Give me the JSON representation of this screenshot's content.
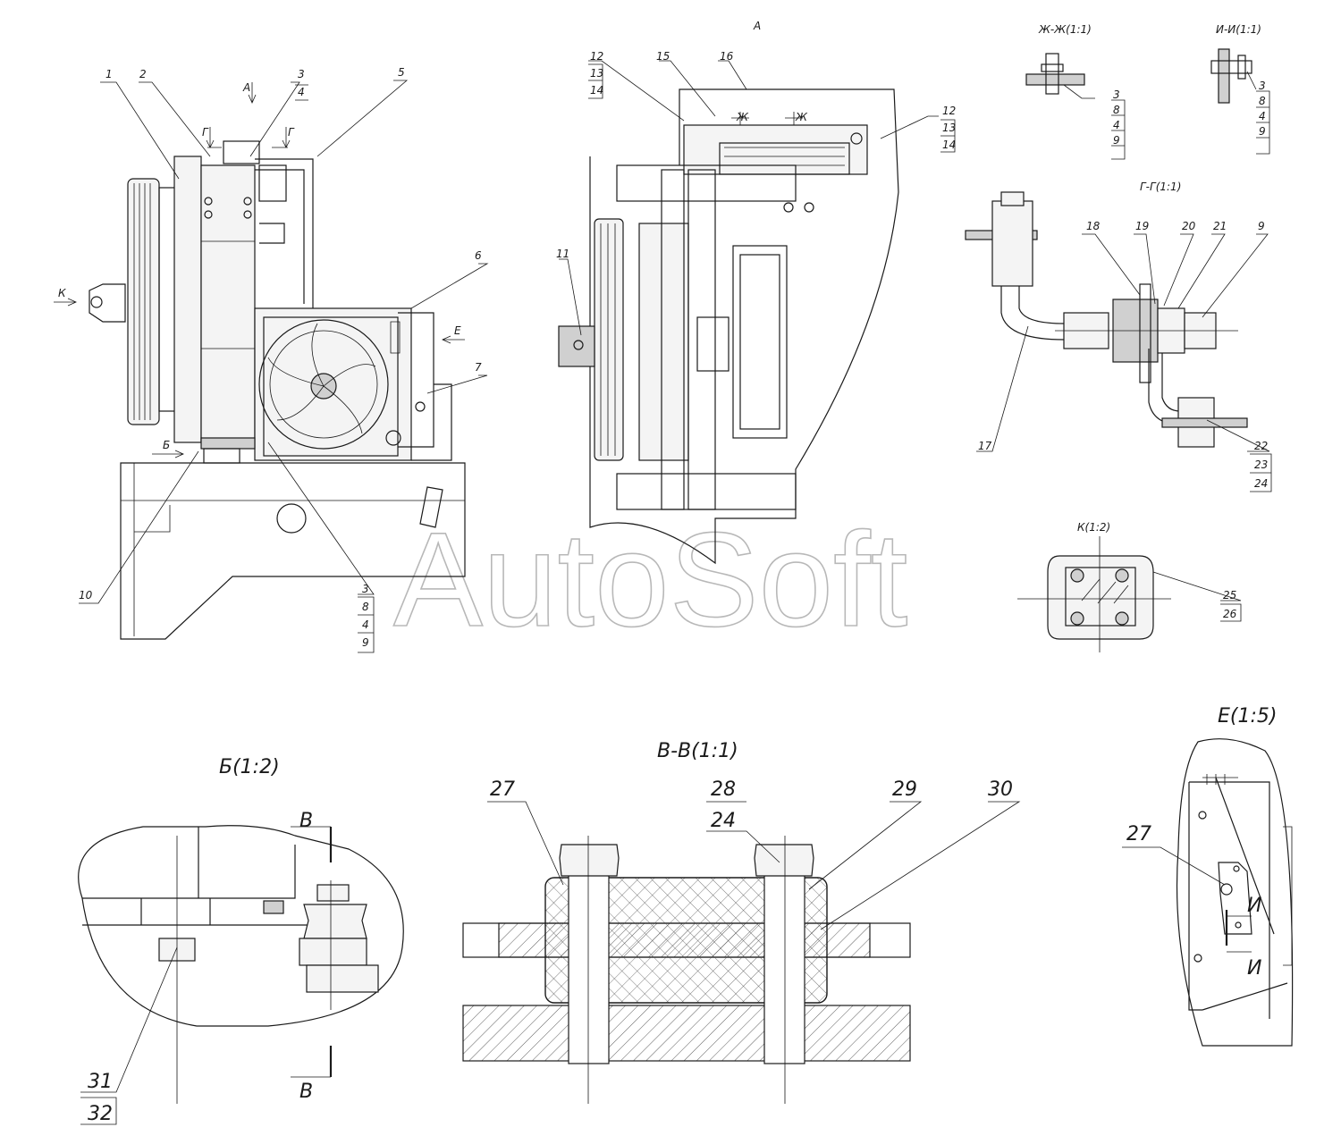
{
  "watermark": "AutoSoft",
  "view_titles": {
    "a": "A",
    "zh": "Ж-Ж(1:1)",
    "i": "И-И(1:1)",
    "g": "Г-Г(1:1)",
    "k": "К(1:2)",
    "e": "Е(1:5)",
    "b": "Б(1:2)",
    "v": "В-В(1:1)"
  },
  "section_marks": {
    "a_arrow": "А",
    "g_left": "Г",
    "g_right": "Г",
    "k_arrow": "К",
    "e_arrow": "Е",
    "b_arrow": "Б",
    "zh_left": "Ж",
    "zh_right": "Ж",
    "v_top": "В",
    "v_bottom": "В",
    "i_top": "И",
    "i_bottom": "И"
  },
  "callouts": {
    "main": [
      "1",
      "2",
      "3",
      "4",
      "5",
      "6",
      "7",
      "10",
      "3",
      "8",
      "4",
      "9"
    ],
    "view_a": [
      "12",
      "13",
      "14",
      "15",
      "16",
      "12",
      "13",
      "14",
      "11"
    ],
    "zh": [
      "3",
      "8",
      "4",
      "9"
    ],
    "i": [
      "3",
      "8",
      "4",
      "9"
    ],
    "g": [
      "18",
      "19",
      "20",
      "21",
      "9",
      "17",
      "22",
      "23",
      "24"
    ],
    "k": [
      "25",
      "26"
    ],
    "b": [
      "31",
      "32"
    ],
    "v": [
      "27",
      "28",
      "24",
      "29",
      "30"
    ],
    "e": [
      "27"
    ]
  }
}
